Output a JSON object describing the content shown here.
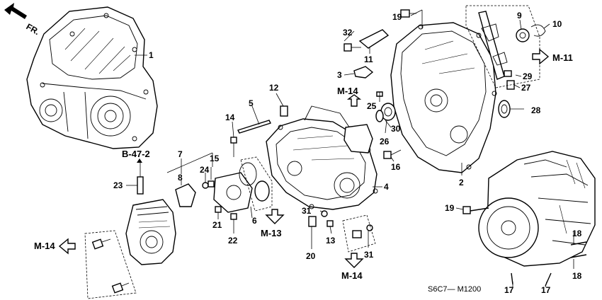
{
  "direction_label": "FR.",
  "diagram_code": "S6C7— M1200",
  "callouts": [
    {
      "id": "c1",
      "text": "1"
    },
    {
      "id": "c2",
      "text": "2"
    },
    {
      "id": "c3",
      "text": "3"
    },
    {
      "id": "c4",
      "text": "4"
    },
    {
      "id": "c5",
      "text": "5"
    },
    {
      "id": "c6",
      "text": "6"
    },
    {
      "id": "c7",
      "text": "7"
    },
    {
      "id": "c8",
      "text": "8"
    },
    {
      "id": "c9",
      "text": "9"
    },
    {
      "id": "c10",
      "text": "10"
    },
    {
      "id": "c11",
      "text": "11"
    },
    {
      "id": "c12",
      "text": "12"
    },
    {
      "id": "c13",
      "text": "13"
    },
    {
      "id": "c14",
      "text": "14"
    },
    {
      "id": "c15",
      "text": "15"
    },
    {
      "id": "c16",
      "text": "16"
    },
    {
      "id": "c17a",
      "text": "17"
    },
    {
      "id": "c17b",
      "text": "17"
    },
    {
      "id": "c18a",
      "text": "18"
    },
    {
      "id": "c18b",
      "text": "18"
    },
    {
      "id": "c19a",
      "text": "19"
    },
    {
      "id": "c19b",
      "text": "19"
    },
    {
      "id": "c20",
      "text": "20"
    },
    {
      "id": "c21",
      "text": "21"
    },
    {
      "id": "c22",
      "text": "22"
    },
    {
      "id": "c23",
      "text": "23"
    },
    {
      "id": "c24",
      "text": "24"
    },
    {
      "id": "c25",
      "text": "25"
    },
    {
      "id": "c26",
      "text": "26"
    },
    {
      "id": "c27",
      "text": "27"
    },
    {
      "id": "c28",
      "text": "28"
    },
    {
      "id": "c29",
      "text": "29"
    },
    {
      "id": "c30",
      "text": "30"
    },
    {
      "id": "c31a",
      "text": "31"
    },
    {
      "id": "c31b",
      "text": "31"
    },
    {
      "id": "c32",
      "text": "32"
    }
  ],
  "references": [
    {
      "id": "r_b47",
      "text": "B-47-2"
    },
    {
      "id": "r_m14_top",
      "text": "M-14"
    },
    {
      "id": "r_m14_left",
      "text": "M-14"
    },
    {
      "id": "r_m14_bottom",
      "text": "M-14"
    },
    {
      "id": "r_m13",
      "text": "M-13"
    },
    {
      "id": "r_m11",
      "text": "M-11"
    }
  ]
}
